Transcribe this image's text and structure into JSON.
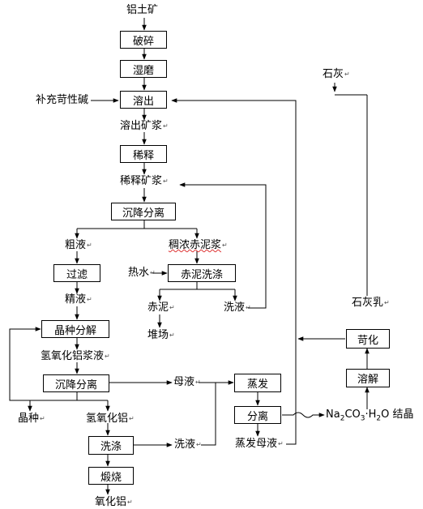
{
  "nodes": {
    "bauxite": "铝土矿",
    "crush": "破碎",
    "wet_grind": "湿磨",
    "dissolve": "溶出",
    "add_caustic": "补充苛性碱",
    "dissolved_slurry": "溶出矿浆",
    "dilute": "稀释",
    "diluted_slurry": "稀释矿浆",
    "settle_separate_1": "沉降分离",
    "crude_liquor": "粗液",
    "thick_red_mud": "稠浓赤泥浆",
    "filter": "过滤",
    "hot_water": "热水",
    "red_mud_wash": "赤泥洗涤",
    "refined_liquor": "精液",
    "red_mud": "赤泥",
    "wash_liquor_1": "洗液",
    "stockpile": "堆场",
    "seed_decomp": "晶种分解",
    "hydroxide_slurry": "氢氧化铝浆液",
    "settle_separate_2": "沉降分离",
    "mother_liquor": "母液",
    "seed": "晶种",
    "aluminum_hydroxide": "氢氧化铝",
    "wash": "洗涤",
    "wash_liquor_2": "洗液",
    "calcine": "煅烧",
    "alumina": "氧化铝",
    "evaporate": "蒸发",
    "separate": "分离",
    "evap_mother_liquor": "蒸发母液",
    "crystal_prefix": "Na",
    "crystal_sub1": "2",
    "crystal_mid": "CO",
    "crystal_sub2": "3",
    "crystal_suffix": "·H",
    "crystal_sub3": "2",
    "crystal_tail": "O 结晶",
    "lime": "石灰",
    "dissolve_2": "溶解",
    "causticize": "苛化",
    "lime_milk": "石灰乳"
  },
  "edit_mark": "↵"
}
